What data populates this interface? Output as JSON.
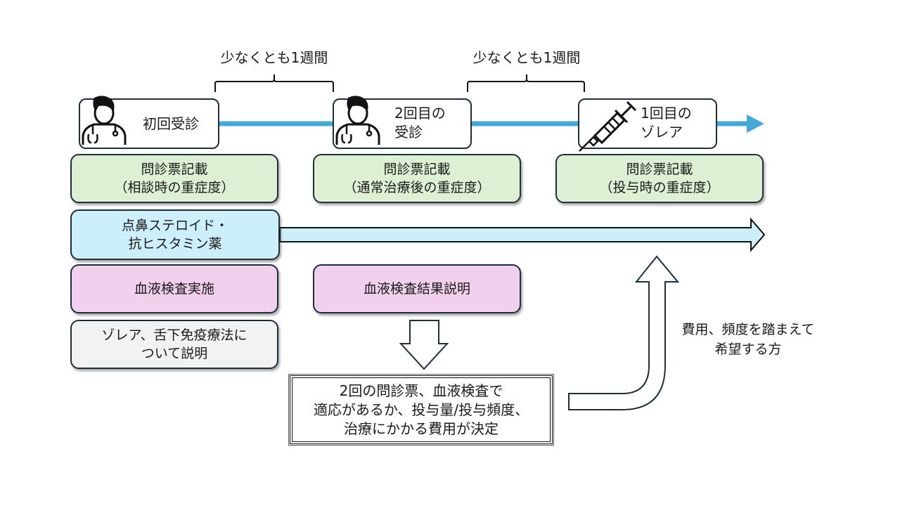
{
  "colors": {
    "timeline": "#45a9d8",
    "questionnaire_fill": "#ddf0d4",
    "medication_fill": "#cdeefb",
    "blood_test_fill": "#f1d0ee",
    "explanation_fill": "#f2f2f2",
    "border": "#1d2f3a"
  },
  "periods": [
    {
      "label": "少なくとも1週間"
    },
    {
      "label": "少なくとも1週間"
    }
  ],
  "visits": [
    {
      "icon": "doctor-icon",
      "lines": [
        "初回受診"
      ]
    },
    {
      "icon": "doctor-icon",
      "lines": [
        "2回目の",
        "受診"
      ]
    },
    {
      "icon": "syringe-icon",
      "lines": [
        "1回目の",
        "ゾレア"
      ]
    }
  ],
  "questionnaires": [
    {
      "lines": [
        "問診票記載",
        "（相談時の重症度）"
      ]
    },
    {
      "lines": [
        "問診票記載",
        "（通常治療後の重症度）"
      ]
    },
    {
      "lines": [
        "問診票記載",
        "（投与時の重症度）"
      ]
    }
  ],
  "medication": {
    "lines": [
      "点鼻ステロイド・",
      "抗ヒスタミン薬"
    ]
  },
  "blood_test": {
    "label": "血液検査実施"
  },
  "blood_result": {
    "label": "血液検査結果説明"
  },
  "explanation": {
    "lines": [
      "ゾレア、舌下免疫療法に",
      "ついて説明"
    ]
  },
  "decision": {
    "lines": [
      "2回の問診票、血液検査で",
      "適応があるか、投与量/投与頻度、",
      "治療にかかる費用が決定"
    ]
  },
  "note": {
    "lines": [
      "費用、頻度を踏まえて",
      "希望する方"
    ]
  }
}
